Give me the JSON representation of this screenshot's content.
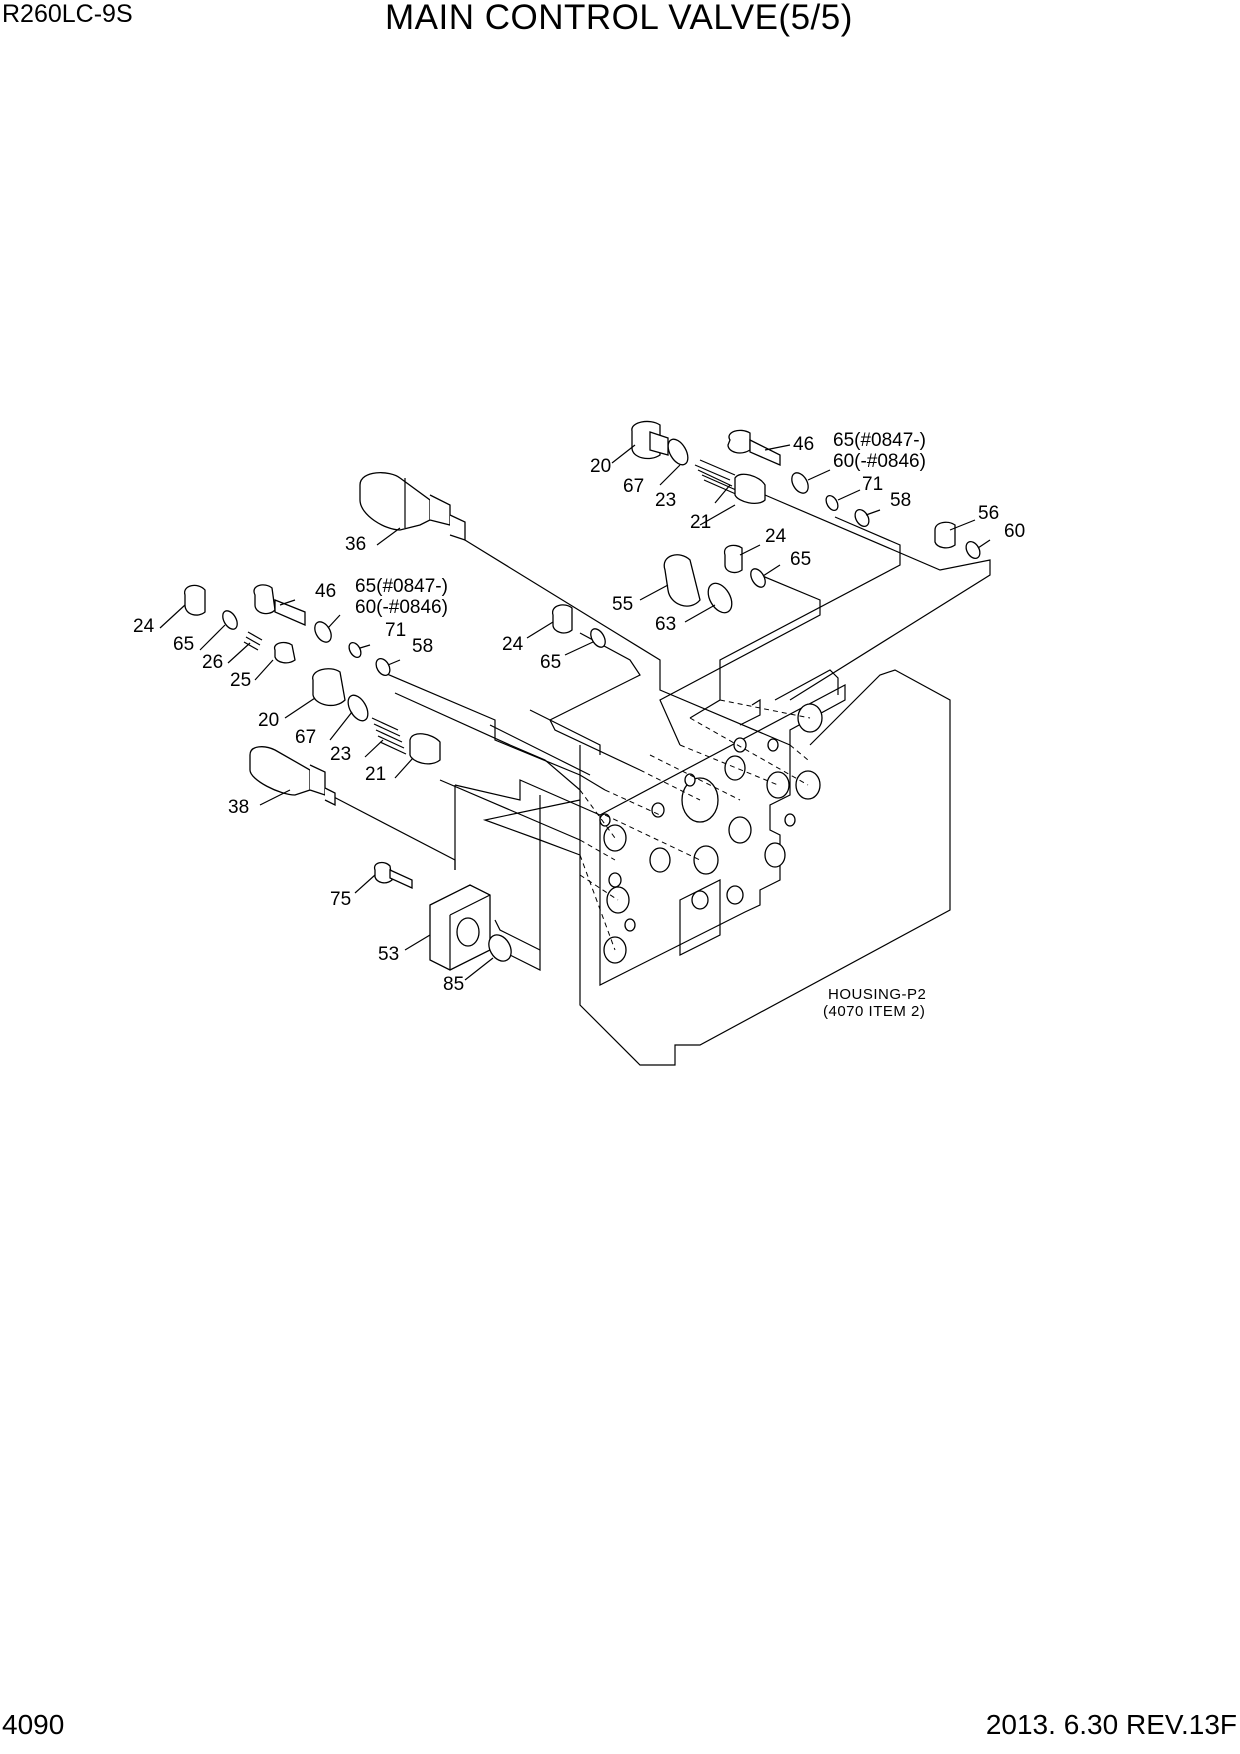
{
  "header": {
    "model": "R260LC-9S",
    "title": "MAIN CONTROL VALVE(5/5)"
  },
  "footer": {
    "page_number": "4090",
    "revision": "2013. 6.30  REV.13F"
  },
  "housing_label": {
    "line1": "HOUSING-P2",
    "line2": "(4070 ITEM 2)"
  },
  "callouts": {
    "c20_top": "20",
    "c67_top": "67",
    "c23_top": "23",
    "c21_top": "21",
    "c46_top": "46",
    "c65n_top": "65(#0847-)",
    "c60n_top": "60(-#0846)",
    "c71_top": "71",
    "c58_top": "58",
    "c56": "56",
    "c60_r": "60",
    "c36": "36",
    "c24_mid": "24",
    "c65_mid": "65",
    "c55": "55",
    "c63": "63",
    "c24_c": "24",
    "c65_c": "65",
    "c24_l": "24",
    "c65_l": "65",
    "c26": "26",
    "c25": "25",
    "c46_l": "46",
    "c65n_l": "65(#0847-)",
    "c60n_l": "60(-#0846)",
    "c71_l": "71",
    "c58_l": "58",
    "c20_l": "20",
    "c67_l": "67",
    "c23_l": "23",
    "c21_l": "21",
    "c38": "38",
    "c75": "75",
    "c53": "53",
    "c85": "85"
  }
}
